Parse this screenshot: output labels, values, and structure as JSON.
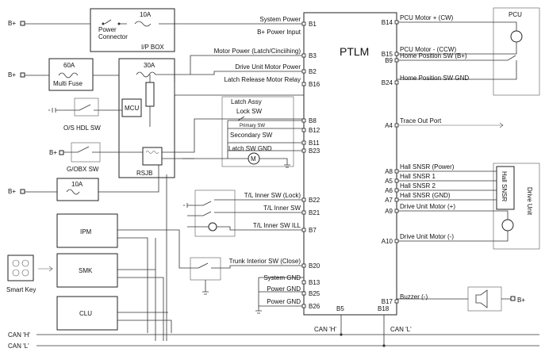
{
  "modules": {
    "ptlm": "PTLM",
    "pcu": "PCU",
    "ip_box": "I/P BOX",
    "multi_fuse": "Multi Fuse",
    "mcu": "MCU",
    "rsjb": "RSJB",
    "ipm": "IPM",
    "smk": "SMK",
    "clu": "CLU",
    "drive_unit": "Drive Unit",
    "hall_snsr": "Hall SNSR",
    "latch_assy": "Latch Assy"
  },
  "labels": {
    "bplus": "B+",
    "fuse_10a": "10A",
    "fuse_60a": "60A",
    "fuse_30a": "30A",
    "power_connector": "Power Connector",
    "os_hdl_sw": "O/S HDL SW",
    "g_obx_sw": "G/OBX SW",
    "smart_key": "Smart Key",
    "can_h": "CAN 'H'",
    "can_l": "CAN 'L'",
    "primary_sw": "Primary SW",
    "lock_sw": "Lock SW",
    "secondary_sw": "Secondary SW",
    "latch_sw_gnd": "Latch SW GND"
  },
  "left_pins": [
    {
      "pin": "B1",
      "label": "System Power"
    },
    {
      "pin": "",
      "label": "B+ Power Input"
    },
    {
      "pin": "B3",
      "label": "Motor Power (Latch/Cinciihing)"
    },
    {
      "pin": "B2",
      "label": "Drive Unit Motor Power"
    },
    {
      "pin": "B16",
      "label": "Latch Release Motor Relay"
    },
    {
      "pin": "B8",
      "label": ""
    },
    {
      "pin": "B12",
      "label": ""
    },
    {
      "pin": "B11",
      "label": ""
    },
    {
      "pin": "B23",
      "label": ""
    },
    {
      "pin": "B22",
      "label": "T/L Inner SW (Lock)"
    },
    {
      "pin": "B21",
      "label": "T/L Inner SW"
    },
    {
      "pin": "B7",
      "label": "T/L Inner SW ILL"
    },
    {
      "pin": "B20",
      "label": "Trunk Interior SW (Close)"
    },
    {
      "pin": "B13",
      "label": "System GND"
    },
    {
      "pin": "B25",
      "label": "Power GND"
    },
    {
      "pin": "B26",
      "label": "Power GND"
    }
  ],
  "right_pins": [
    {
      "pin": "B14",
      "label": "PCU Motor + (CW)"
    },
    {
      "pin": "B15",
      "label": "PCU Motor - (CCW)"
    },
    {
      "pin": "B9",
      "label": "Home Position SW (B+)"
    },
    {
      "pin": "B24",
      "label": "Home Position SW GND"
    },
    {
      "pin": "A4",
      "label": "Trace Out Port"
    },
    {
      "pin": "A8",
      "label": "Hall SNSR (Power)"
    },
    {
      "pin": "A5",
      "label": "Hall SNSR 1"
    },
    {
      "pin": "A6",
      "label": "Hall SNSR 2"
    },
    {
      "pin": "A7",
      "label": "Hall SNSR (GND)"
    },
    {
      "pin": "A9",
      "label": "Drive Unit Motor (+)"
    },
    {
      "pin": "A10",
      "label": "Drive Unit Motor (-)"
    },
    {
      "pin": "B17",
      "label": "Buzzer (-)"
    }
  ],
  "bottom_pins": [
    {
      "pin": "B5",
      "label": "CAN 'H'"
    },
    {
      "pin": "B18",
      "label": "CAN 'L'"
    }
  ]
}
